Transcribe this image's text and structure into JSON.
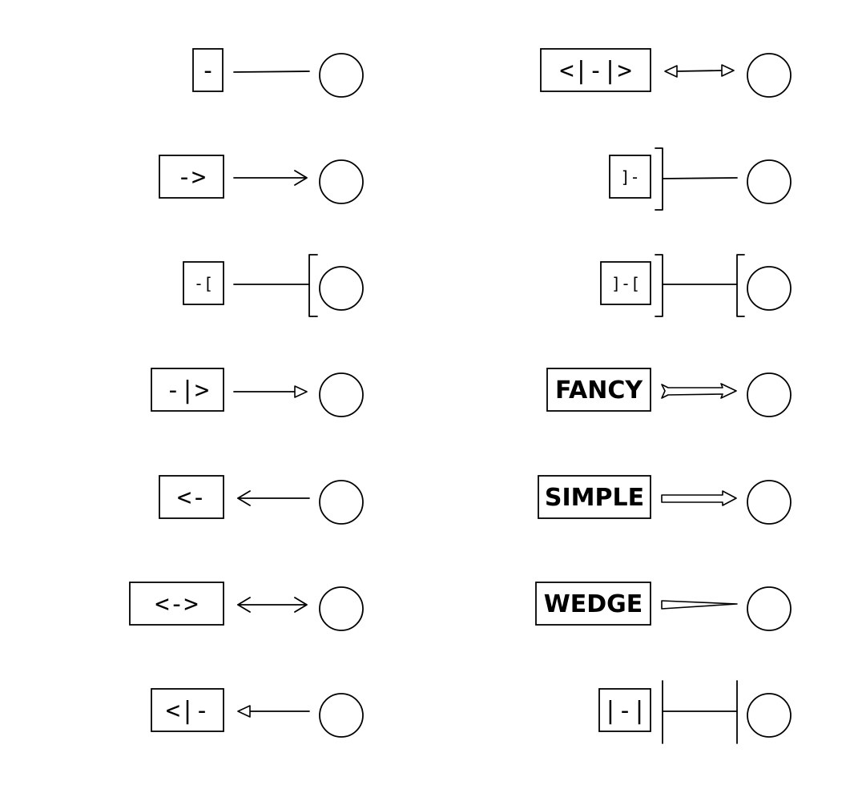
{
  "diagram": {
    "arrows": [
      {
        "id": "dash",
        "label": "-",
        "style": "-"
      },
      {
        "id": "right-arrow",
        "label": "->",
        "style": "->"
      },
      {
        "id": "dash-bracket",
        "label": "-[",
        "style": "-["
      },
      {
        "id": "dash-bar-right",
        "label": "-|>",
        "style": "-|>"
      },
      {
        "id": "left-arrow",
        "label": "<-",
        "style": "<-"
      },
      {
        "id": "double-arrow",
        "label": "<->",
        "style": "<->"
      },
      {
        "id": "bar-left-dash",
        "label": "<|-",
        "style": "<|-"
      },
      {
        "id": "bar-both",
        "label": "<|-|>",
        "style": "<|-|>"
      },
      {
        "id": "bracket-right-dash",
        "label": "]-",
        "style": "]-"
      },
      {
        "id": "bracket-both",
        "label": "]-[",
        "style": "]-["
      },
      {
        "id": "fancy",
        "label": "FANCY",
        "style": "fancy"
      },
      {
        "id": "simple",
        "label": "SIMPLE",
        "style": "simple"
      },
      {
        "id": "wedge",
        "label": "WEDGE",
        "style": "wedge"
      },
      {
        "id": "bar-bar",
        "label": "|-|",
        "style": "|-|"
      }
    ]
  }
}
